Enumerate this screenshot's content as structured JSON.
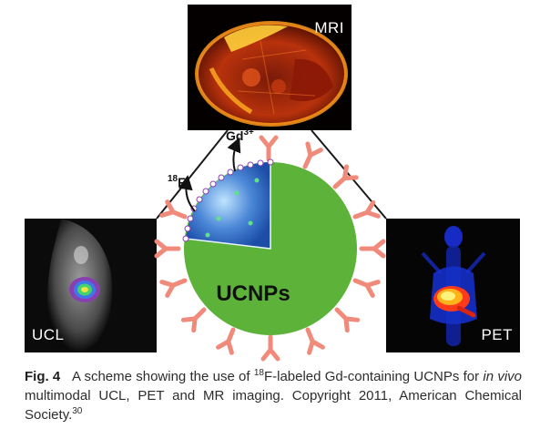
{
  "figure": {
    "panels": {
      "mri": {
        "label": "MRI"
      },
      "ucl": {
        "label": "UCL"
      },
      "pet": {
        "label": "PET"
      }
    },
    "nanoparticle": {
      "core_label": "UCNPs",
      "gd_label": "Gd",
      "gd_superscript": "3+",
      "f_prefix_superscript": "18",
      "f_label": "F",
      "f_superscript": "-",
      "core_color": "#5db33a",
      "antibody_color": "#f08a7a",
      "shell_color": "#4a86d6"
    }
  },
  "caption": {
    "fig_label": "Fig. 4",
    "text_1": "A scheme showing the use of ",
    "isotope_superscript": "18",
    "text_2": "F-labeled Gd-containing UCNPs for ",
    "italic": "in vivo",
    "text_3": " multimodal UCL, PET and MR imaging. Copyright 2011, American Chemical Society.",
    "ref_superscript": "30"
  }
}
